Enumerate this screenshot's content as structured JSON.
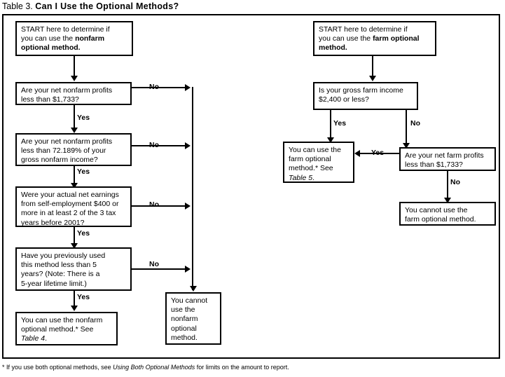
{
  "title": {
    "prefix": "Table 3.",
    "question": "Can I Use the Optional Methods?"
  },
  "footnote": {
    "marker": "*",
    "text_before": "If you use both optional methods, see",
    "italic_ref": "Using Both Optional Methods",
    "text_after": "for limits on the amount to report."
  },
  "labels": {
    "yes": "Yes",
    "no": "No"
  },
  "nonfarm_branch": {
    "start": {
      "line1": "START here to determine if",
      "line2_plain": "you can use the ",
      "line2_bold": "nonfarm",
      "line3_bold": "optional method."
    },
    "q1": {
      "line1": "Are your net nonfarm profits",
      "line2": "less than $1,733?"
    },
    "q2": {
      "line1": "Are your net nonfarm profits",
      "line2": "less than 72.189% of your",
      "line3": "gross nonfarm income?"
    },
    "q3": {
      "line1": "Were your actual net earnings",
      "line2": "from self-employment $400 or",
      "line3": "more in at least 2 of the 3 tax",
      "line4": "years before 2001?"
    },
    "q4": {
      "line1": "Have you previously used",
      "line2": "this method less than 5",
      "line3": "years? (Note: There is a",
      "line4": "5-year lifetime limit.)"
    },
    "result_yes": {
      "line1": "You can use the nonfarm",
      "line2": "optional method.* See",
      "line3_italic": "Table 4",
      "line3_tail": "."
    },
    "result_no": {
      "line1": "You cannot",
      "line2": "use the",
      "line3": "nonfarm",
      "line4": "optional",
      "line5": "method."
    }
  },
  "farm_branch": {
    "start": {
      "line1": "START here to determine if",
      "line2_plain": "you can use the ",
      "line2_bold": "farm optional",
      "line3_bold": "method."
    },
    "q1": {
      "line1": "Is your gross farm income",
      "line2": "$2,400 or less?"
    },
    "q2": {
      "line1": "Are your net farm profits",
      "line2": "less than $1,733?"
    },
    "result_yes": {
      "line1": "You can use the",
      "line2": "farm optional",
      "line3": "method.* See",
      "line4_italic": "Table 5",
      "line4_tail": "."
    },
    "result_no": {
      "line1": "You cannot use the",
      "line2": "farm optional method."
    }
  },
  "colors": {
    "ink": "#000000",
    "paper": "#ffffff"
  }
}
